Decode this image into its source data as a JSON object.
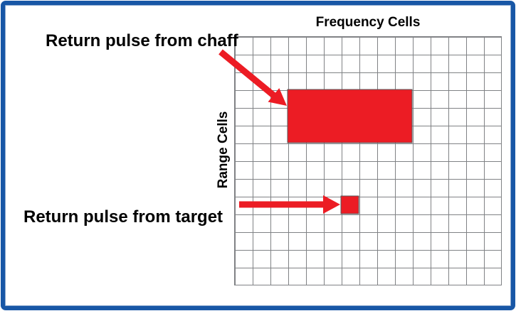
{
  "labels": {
    "frequency_axis": "Frequency Cells",
    "range_axis": "Range Cells",
    "chaff": "Return pulse from chaff",
    "target": "Return pulse from target"
  },
  "grid": {
    "columns": 15,
    "rows": 14,
    "line_color": "#808285"
  },
  "pulses": {
    "chaff": {
      "col_start": 3,
      "row_start": 3,
      "frequency_cells_span": 7,
      "range_cells_span": 3
    },
    "target": {
      "col_start": 6,
      "row_start": 9,
      "frequency_cells_span": 1,
      "range_cells_span": 1
    }
  },
  "colors": {
    "pulse_red": "#ec1c24",
    "outline_gray": "#58595b",
    "frame_blue": "#1857a6"
  }
}
